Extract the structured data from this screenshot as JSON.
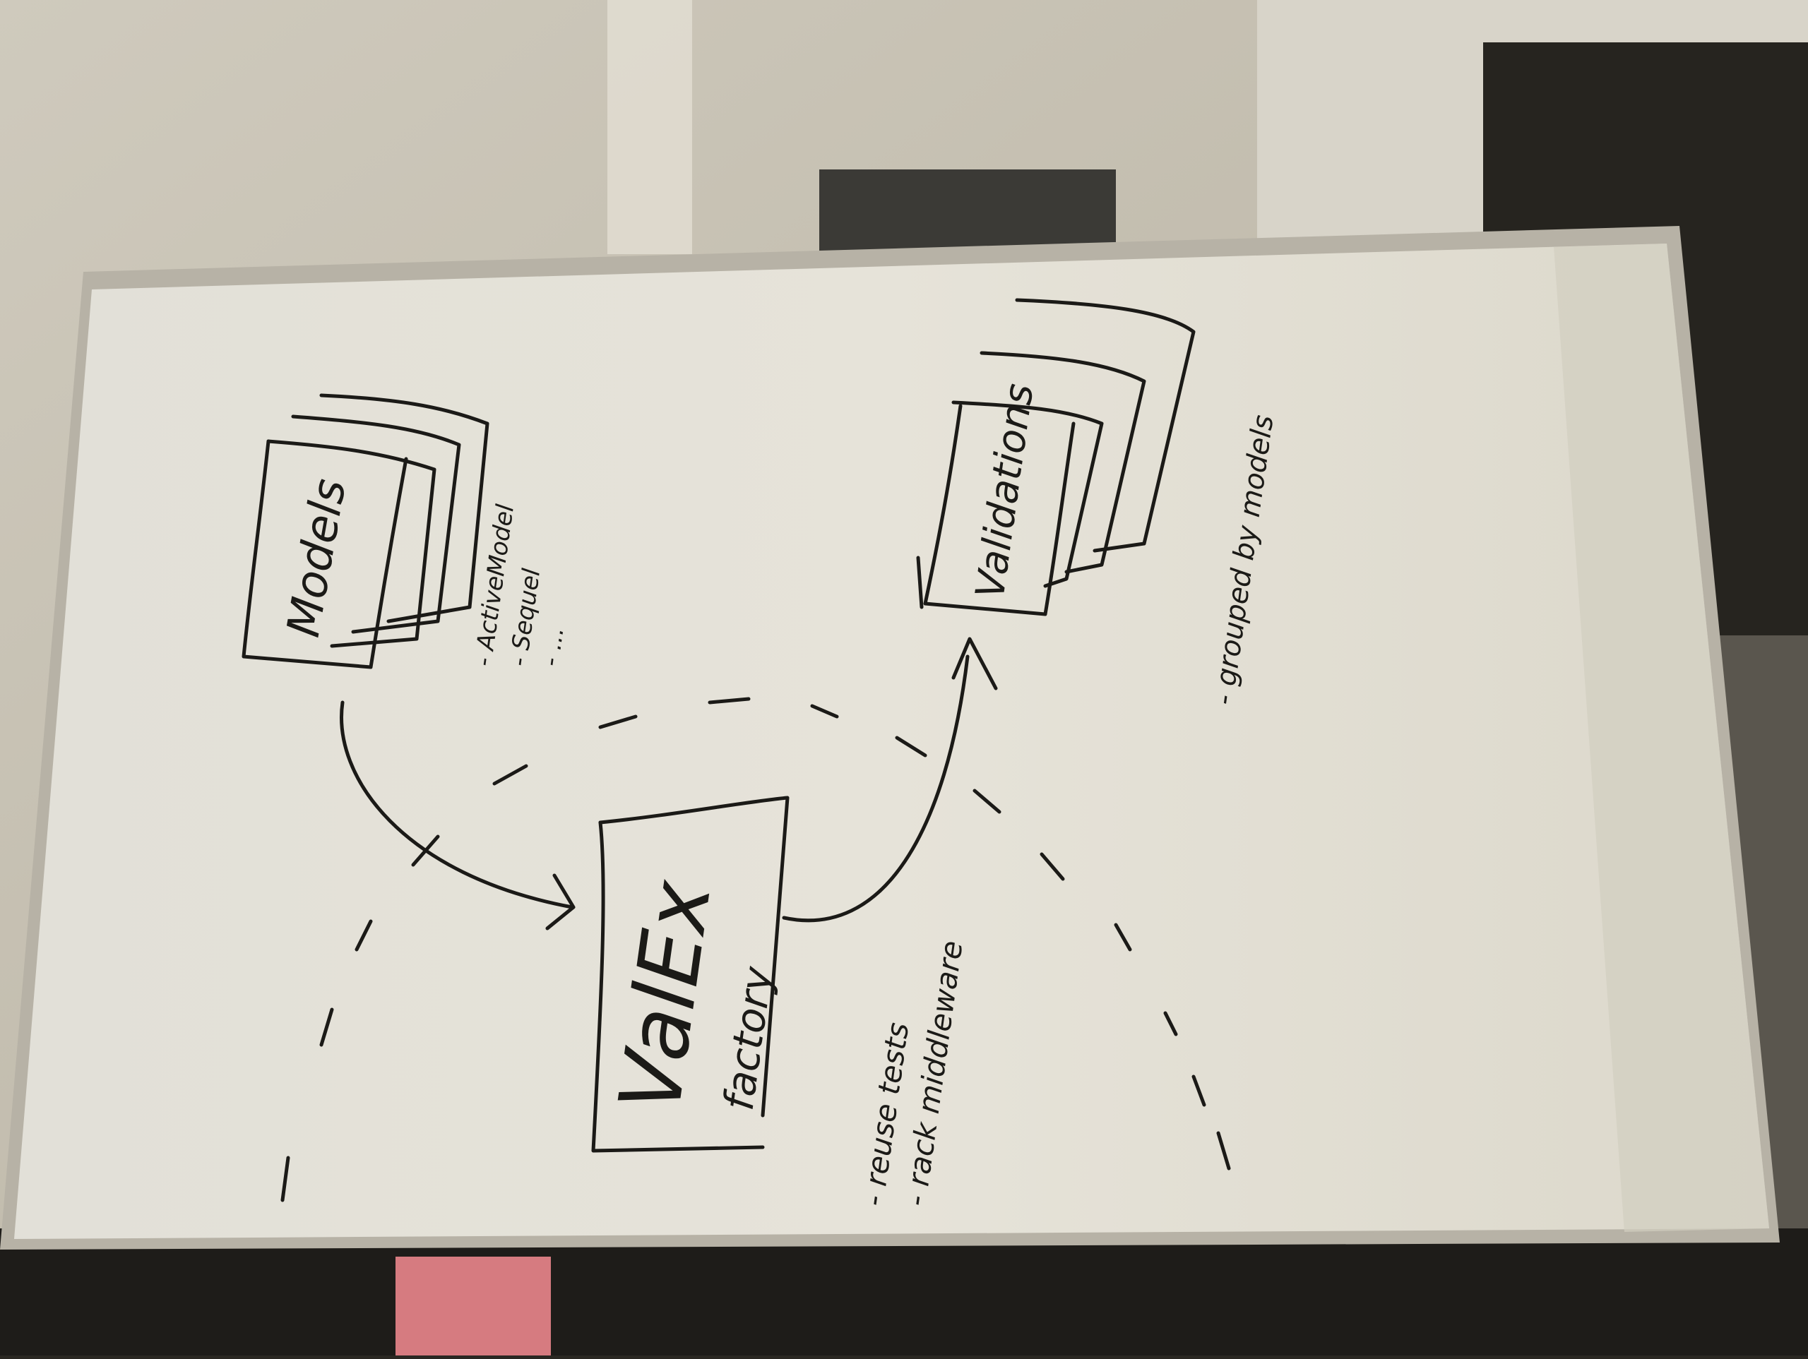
{
  "whiteboard": {
    "models_label": "Models",
    "models_notes": [
      "- ActiveModel",
      "- Sequel",
      "- ..."
    ],
    "valex_label": "ValEx",
    "valex_sublabel": "factory",
    "valex_notes": [
      "- reuse tests",
      "- rack middleware"
    ],
    "validations_label": "Validations",
    "validations_note": "- grouped by models"
  },
  "colors": {
    "board": "#e4e1d6",
    "ink": "#1b1a17",
    "wall": "#c9c4b6",
    "frame": "#bdb8ac"
  }
}
